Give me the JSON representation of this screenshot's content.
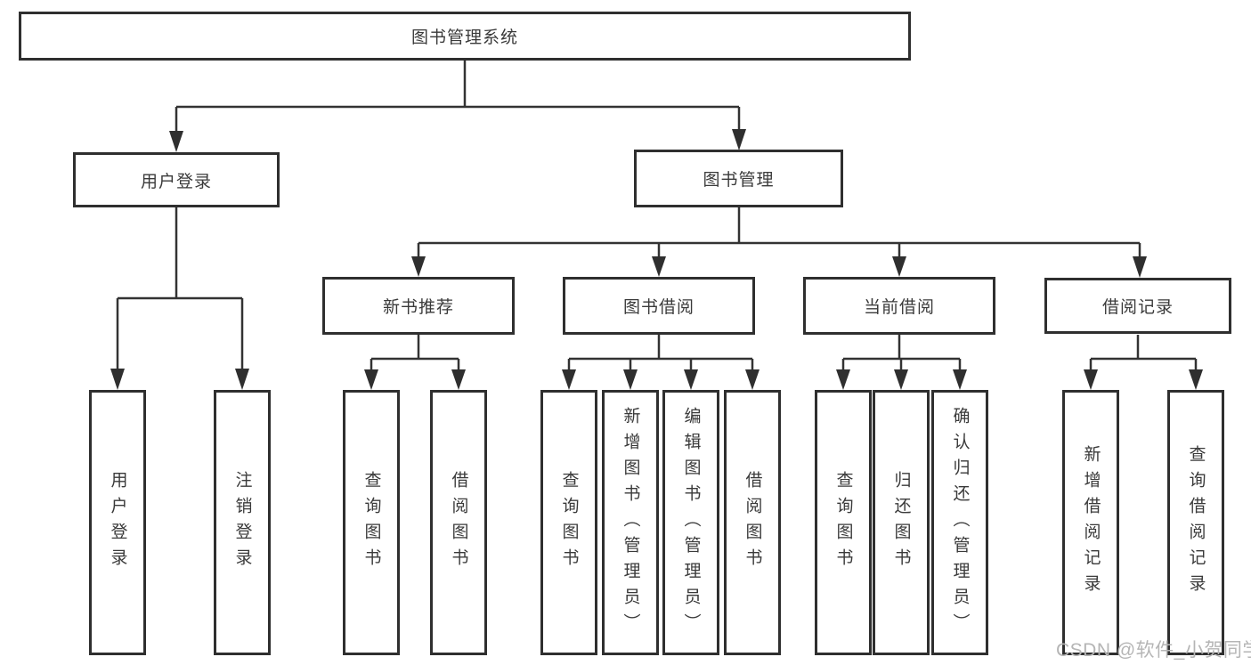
{
  "diagram": {
    "root": {
      "label": "图书管理系统"
    },
    "level2": [
      {
        "id": "user-login",
        "label": "用户登录"
      },
      {
        "id": "book-management",
        "label": "图书管理"
      }
    ],
    "level3": [
      {
        "id": "new-book-recommend",
        "label": "新书推荐"
      },
      {
        "id": "book-borrowing",
        "label": "图书借阅"
      },
      {
        "id": "current-borrowing",
        "label": "当前借阅"
      },
      {
        "id": "borrowing-records",
        "label": "借阅记录"
      }
    ],
    "leaves": [
      {
        "id": "user-login-leaf",
        "label": "用户登录"
      },
      {
        "id": "logout",
        "label": "注销登录"
      },
      {
        "id": "query-books-recommend",
        "label": "查询图书"
      },
      {
        "id": "borrow-books-recommend",
        "label": "借阅图书"
      },
      {
        "id": "query-books-borrowing",
        "label": "查询图书"
      },
      {
        "id": "add-books-admin",
        "label": "新增图书（管理员）"
      },
      {
        "id": "edit-books-admin",
        "label": "编辑图书（管理员）"
      },
      {
        "id": "borrow-books-borrowing",
        "label": "借阅图书"
      },
      {
        "id": "query-books-current",
        "label": "查询图书"
      },
      {
        "id": "return-books",
        "label": "归还图书"
      },
      {
        "id": "confirm-return-admin",
        "label": "确认归还（管理员）"
      },
      {
        "id": "add-borrow-record",
        "label": "新增借阅记录"
      },
      {
        "id": "query-borrow-record",
        "label": "查询借阅记录"
      }
    ]
  },
  "watermark": {
    "text": "CSDN @软件_小贺同学"
  },
  "colors": {
    "line": "#333333",
    "box_border": "#2f2f2f",
    "text": "#3a3a3a",
    "watermark": "#b5b5b5",
    "background": "#ffffff"
  }
}
